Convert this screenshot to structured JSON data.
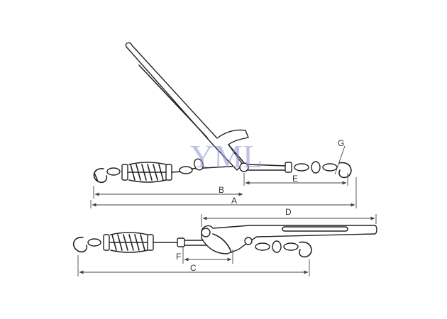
{
  "watermark": "YML",
  "dimensions": {
    "a": "A",
    "b": "B",
    "c": "C",
    "d": "D",
    "e": "E",
    "f": "F",
    "g": "G"
  },
  "colors": {
    "line": "#222222",
    "watermark": "#8f8fd6"
  }
}
